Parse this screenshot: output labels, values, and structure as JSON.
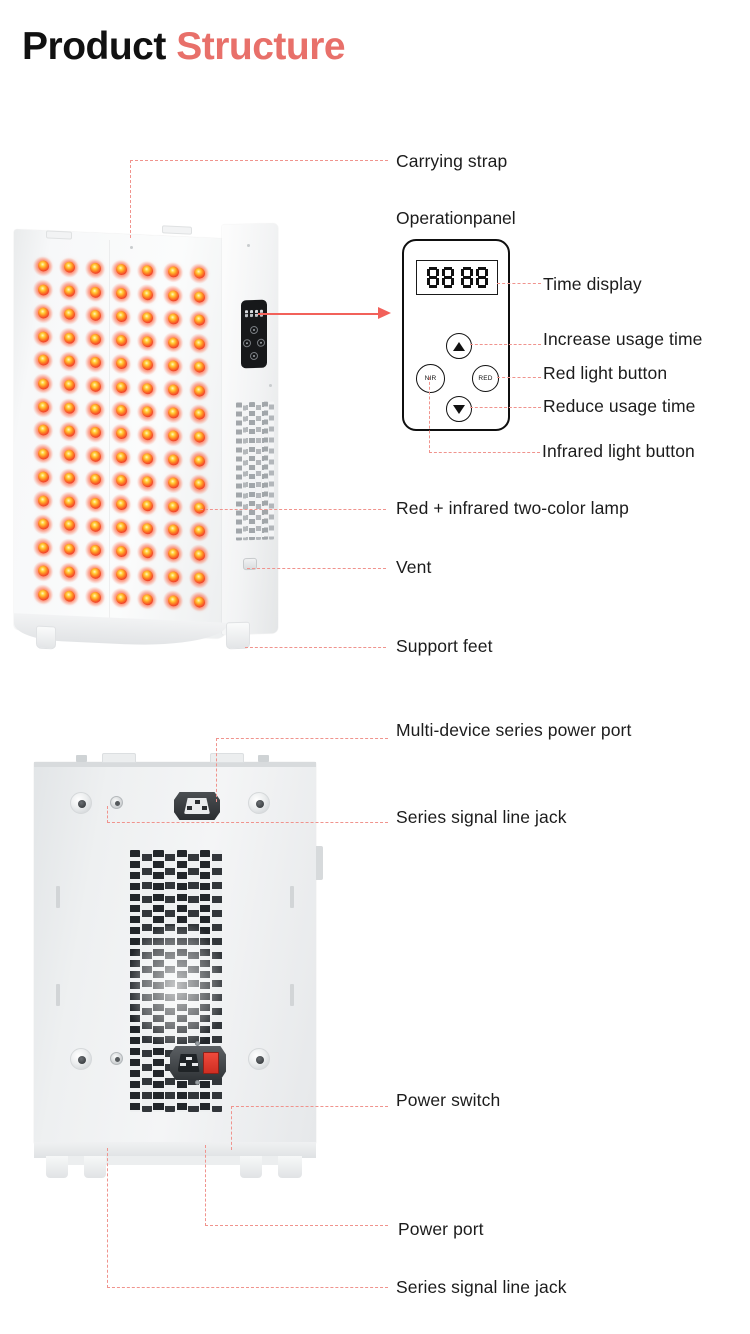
{
  "title": {
    "primary": "Product",
    "accent": "Structure",
    "accent_color": "#e8706a"
  },
  "theme": {
    "leader_line_color": "#f0938d",
    "arrow_color": "#f2615a",
    "label_color": "#1c1c1c",
    "background": "#ffffff"
  },
  "operation_panel": {
    "heading": "Operationpanel",
    "display_value": "88 88",
    "buttons": {
      "increase": "▲",
      "decrease": "▼",
      "infrared": "NIR",
      "red": "RED"
    }
  },
  "front_view": {
    "labels": [
      {
        "id": "carrying-strap",
        "text": "Carrying strap"
      },
      {
        "id": "time-display",
        "text": "Time display"
      },
      {
        "id": "increase-usage-time",
        "text": "Increase usage time"
      },
      {
        "id": "red-light-button",
        "text": "Red light button"
      },
      {
        "id": "reduce-usage-time",
        "text": "Reduce usage time"
      },
      {
        "id": "infrared-light-button",
        "text": "Infrared light button"
      },
      {
        "id": "two-color-lamp",
        "text": "Red + infrared two-color lamp"
      },
      {
        "id": "vent",
        "text": "Vent"
      },
      {
        "id": "support-feet",
        "text": "Support feet"
      }
    ],
    "led_grid": {
      "columns": 7,
      "rows": 15,
      "total": 105
    }
  },
  "back_view": {
    "labels": [
      {
        "id": "multi-device-series-power-port",
        "text": "Multi-device series power port"
      },
      {
        "id": "series-signal-line-jack-top",
        "text": "Series signal line jack"
      },
      {
        "id": "power-switch",
        "text": "Power switch"
      },
      {
        "id": "power-port",
        "text": "Power port"
      },
      {
        "id": "series-signal-line-jack-bottom",
        "text": "Series signal line jack"
      }
    ]
  }
}
